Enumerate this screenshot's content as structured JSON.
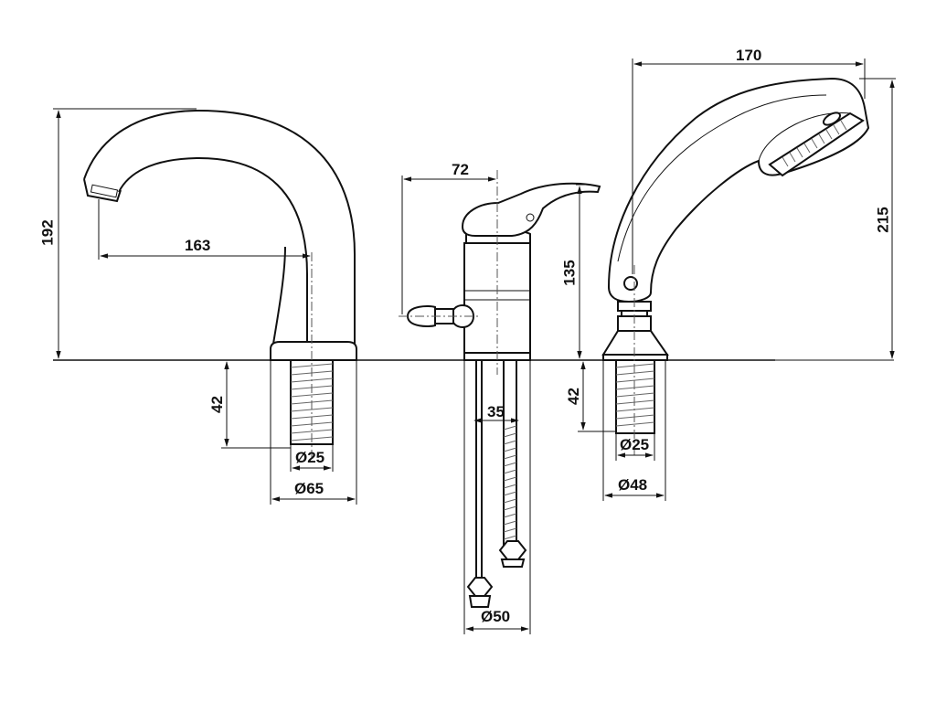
{
  "dimensions": {
    "spout_height": "192",
    "spout_reach": "163",
    "spout_shank_length": "42",
    "spout_thread_dia": "Ø25",
    "spout_base_dia": "Ø65",
    "mixer_width": "72",
    "mixer_height": "135",
    "hose_spacing": "35",
    "hose_nut_dia": "Ø50",
    "shower_width": "170",
    "shower_height": "215",
    "shower_shank_length": "42",
    "shower_thread_dia": "Ø25",
    "shower_base_dia": "Ø48"
  }
}
